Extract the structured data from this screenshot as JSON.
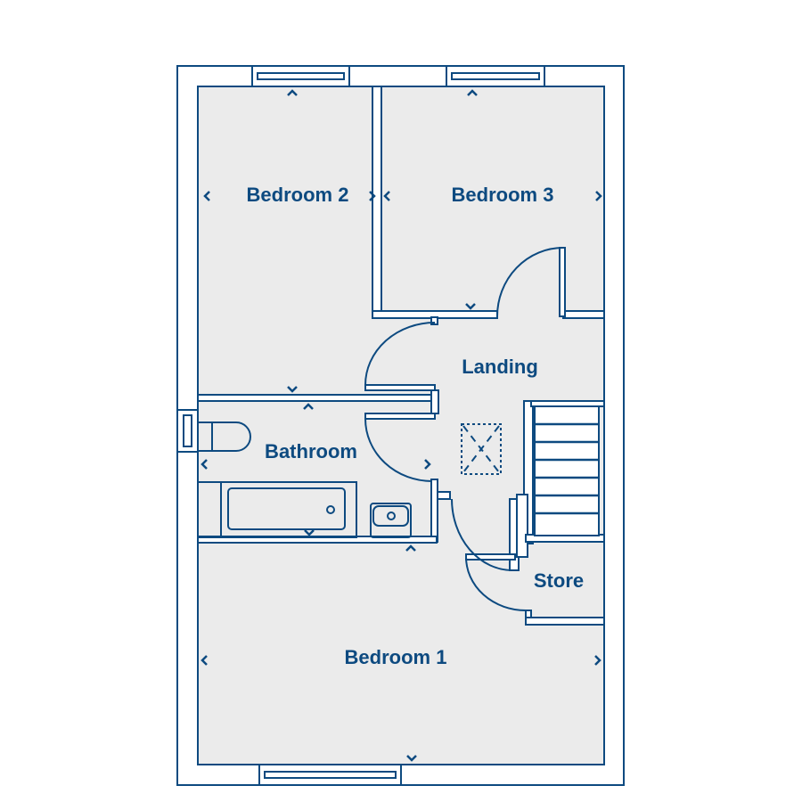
{
  "rooms": {
    "bedroom2": "Bedroom 2",
    "bedroom3": "Bedroom 3",
    "landing": "Landing",
    "bathroom": "Bathroom",
    "store": "Store",
    "bedroom1": "Bedroom 1"
  },
  "colors": {
    "line": "#0d4a80",
    "floor": "#ebebeb",
    "wall": "#ffffff"
  }
}
